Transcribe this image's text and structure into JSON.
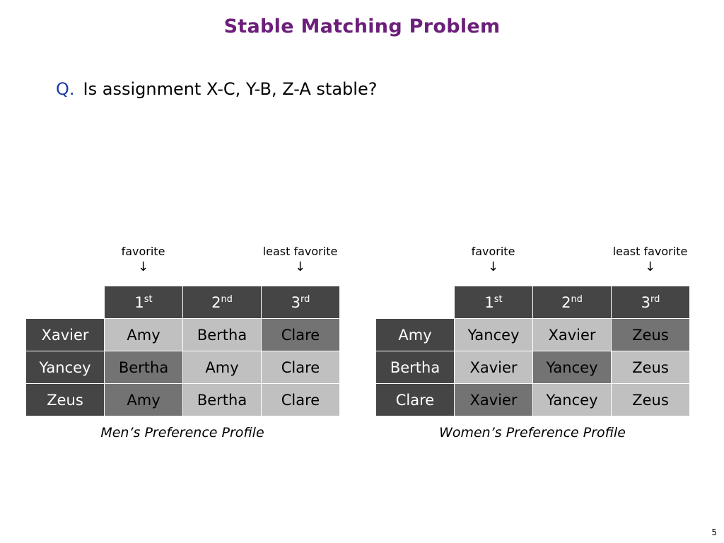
{
  "title": "Stable Matching Problem",
  "question": {
    "label": "Q.",
    "text": "Is assignment X-C, Y-B, Z-A stable?"
  },
  "men": {
    "annotations": {
      "favorite": "favorite",
      "least_favorite": "least favorite",
      "arrow": "↓"
    },
    "headers": [
      {
        "num": "1",
        "sup": "st"
      },
      {
        "num": "2",
        "sup": "nd"
      },
      {
        "num": "3",
        "sup": "rd"
      }
    ],
    "rows": [
      {
        "name": "Xavier",
        "prefs": [
          "Amy",
          "Bertha",
          "Clare"
        ]
      },
      {
        "name": "Yancey",
        "prefs": [
          "Bertha",
          "Amy",
          "Clare"
        ]
      },
      {
        "name": "Zeus",
        "prefs": [
          "Amy",
          "Bertha",
          "Clare"
        ]
      }
    ],
    "highlight": [
      [
        0,
        2
      ],
      [
        1,
        0
      ],
      [
        2,
        0
      ]
    ],
    "caption": "Men’s Preference Profile"
  },
  "women": {
    "annotations": {
      "favorite": "favorite",
      "least_favorite": "least favorite",
      "arrow": "↓"
    },
    "headers": [
      {
        "num": "1",
        "sup": "st"
      },
      {
        "num": "2",
        "sup": "nd"
      },
      {
        "num": "3",
        "sup": "rd"
      }
    ],
    "rows": [
      {
        "name": "Amy",
        "prefs": [
          "Yancey",
          "Xavier",
          "Zeus"
        ]
      },
      {
        "name": "Bertha",
        "prefs": [
          "Xavier",
          "Yancey",
          "Zeus"
        ]
      },
      {
        "name": "Clare",
        "prefs": [
          "Xavier",
          "Yancey",
          "Zeus"
        ]
      }
    ],
    "highlight": [
      [
        0,
        2
      ],
      [
        1,
        1
      ],
      [
        2,
        0
      ]
    ],
    "caption": "Women’s Preference Profile"
  },
  "page_number": "5",
  "colors": {
    "title": "#6b1f7a",
    "question_label": "#1a3ba8",
    "header_bg": "#454545",
    "cell_light": "#c0c0c0",
    "cell_highlight": "#737373"
  }
}
